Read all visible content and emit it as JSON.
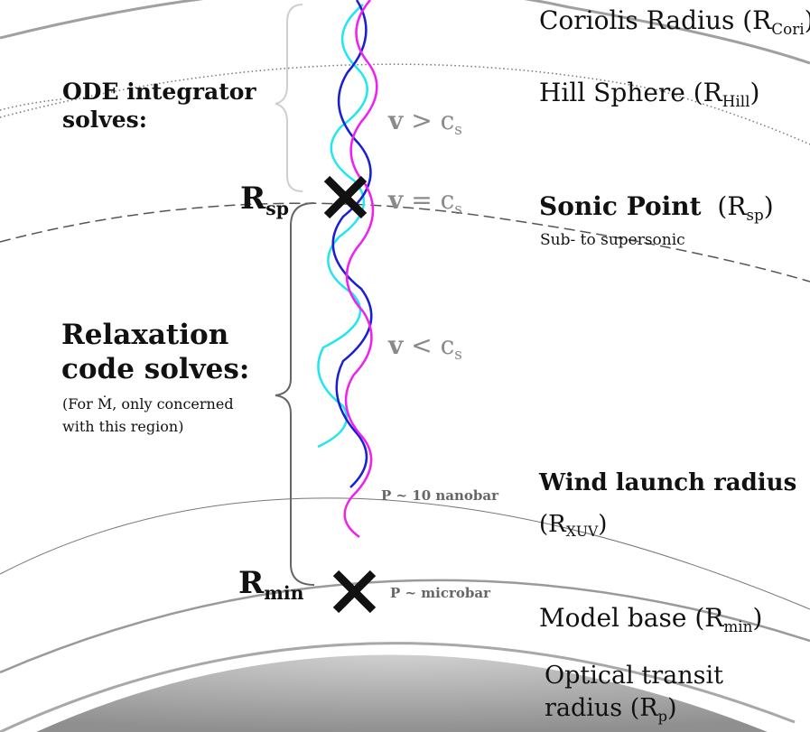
{
  "layers": {
    "coriolis": {
      "text": "Coriolis Radius (R",
      "sub": "Cori",
      "close": ")"
    },
    "hill": {
      "text": "Hill Sphere (R",
      "sub": "Hill",
      "close": ")"
    },
    "sonic": {
      "title": "Sonic Point",
      "text": "(R",
      "sub": "sp",
      "close": ")",
      "note": "Sub- to supersonic"
    },
    "wind": {
      "title": "Wind launch radius",
      "text": "(R",
      "sub": "XUV",
      "close": ")"
    },
    "base": {
      "text": "Model base (R",
      "sub": "min",
      "close": ")"
    },
    "optical": {
      "line1": "Optical transit",
      "line2": "radius (R",
      "sub": "p",
      "close": ")"
    }
  },
  "left": {
    "ode": {
      "line1": "ODE integrator",
      "line2": "solves:"
    },
    "relax": {
      "line1": "Relaxation",
      "line2": "code solves:",
      "note1": "(For Ṁ, only concerned",
      "note2": "with this region)"
    },
    "rsp": {
      "main": "R",
      "sub": "sp"
    },
    "rmin": {
      "main": "R",
      "sub": "min"
    }
  },
  "velocity": {
    "super": {
      "v": "v",
      "op": ">",
      "c": "c",
      "sub": "s"
    },
    "sonic": {
      "v": "v",
      "op": "=",
      "c": "c",
      "sub": "s"
    },
    "sub": {
      "v": "v",
      "op": "<",
      "c": "c",
      "sub": "s"
    }
  },
  "pressure": {
    "nanobar": "P ~ 10 nanobar",
    "microbar": "P ~ microbar"
  },
  "colors": {
    "cyan": "#22e6ee",
    "blue": "#1a1fd6",
    "magenta": "#ee22ee",
    "x_mark": "#111111",
    "arc": "#9a9a9a",
    "planet_top": "#c8c8c8",
    "planet_bottom": "#999999"
  }
}
